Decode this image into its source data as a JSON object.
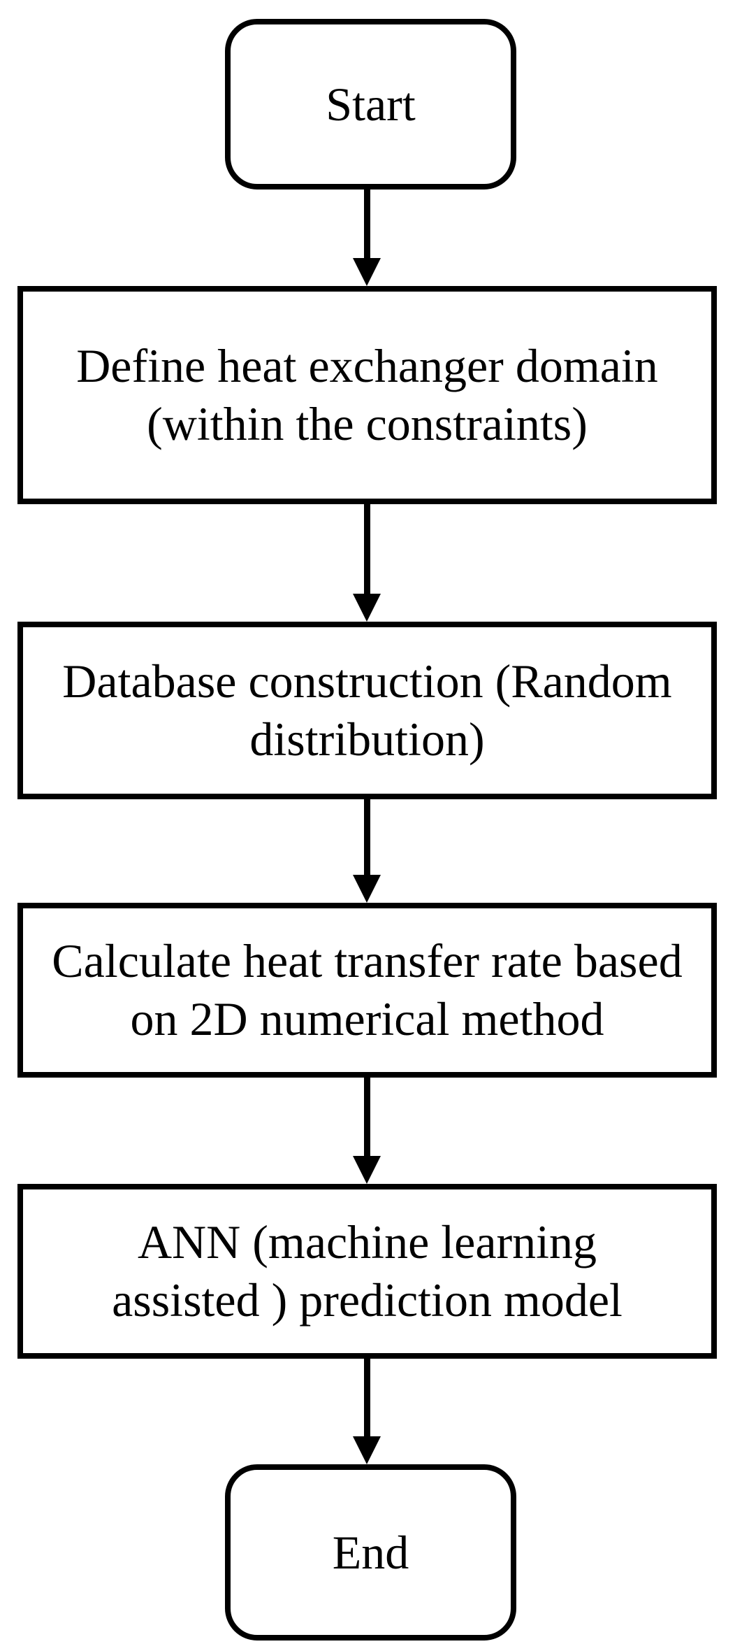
{
  "figure": {
    "type": "flowchart",
    "background": "#ffffff",
    "line_color": "#000000",
    "node_fill": "#ffffff"
  },
  "nodes": {
    "start": {
      "shape": "terminator",
      "label": "Start"
    },
    "define": {
      "shape": "process",
      "label": "Define heat exchanger domain\n(within the constraints)"
    },
    "database": {
      "shape": "process",
      "label": "Database construction (Random\ndistribution)"
    },
    "calculate": {
      "shape": "process",
      "label": "Calculate heat transfer rate based\non 2D numerical method"
    },
    "ann": {
      "shape": "process",
      "label": "ANN (machine learning\nassisted ) prediction  model"
    },
    "end": {
      "shape": "terminator",
      "label": "End"
    }
  },
  "edges": [
    {
      "from": "start",
      "to": "define"
    },
    {
      "from": "define",
      "to": "database"
    },
    {
      "from": "database",
      "to": "calculate"
    },
    {
      "from": "calculate",
      "to": "ann"
    },
    {
      "from": "ann",
      "to": "end"
    }
  ]
}
